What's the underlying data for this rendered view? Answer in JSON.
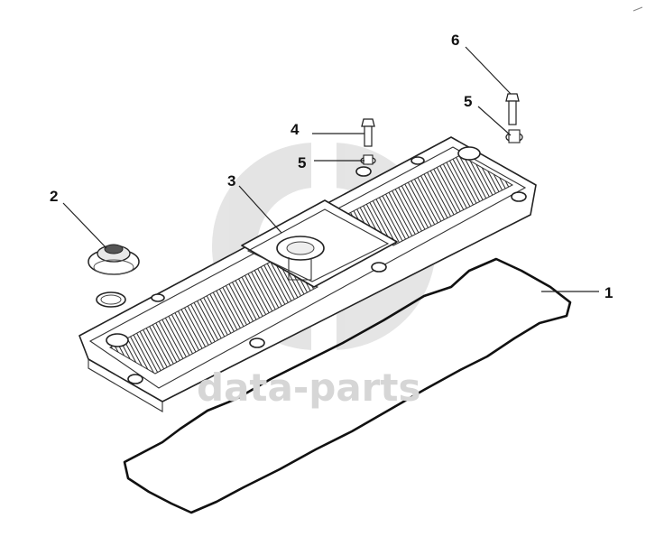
{
  "diagram": {
    "callouts": [
      {
        "id": "c1",
        "label": "1",
        "part": "valve-cover-gasket"
      },
      {
        "id": "c2",
        "label": "2",
        "part": "oil-filler-cap"
      },
      {
        "id": "c3",
        "label": "3",
        "part": "valve-cover"
      },
      {
        "id": "c4",
        "label": "4",
        "part": "bolt"
      },
      {
        "id": "c5a",
        "label": "5",
        "part": "washer"
      },
      {
        "id": "c5b",
        "label": "5",
        "part": "washer"
      },
      {
        "id": "c6",
        "label": "6",
        "part": "bolt"
      }
    ],
    "watermark": "data-parts",
    "colors": {
      "line": "#222222",
      "watermark": "#d6d6d6",
      "background": "#ffffff"
    }
  }
}
